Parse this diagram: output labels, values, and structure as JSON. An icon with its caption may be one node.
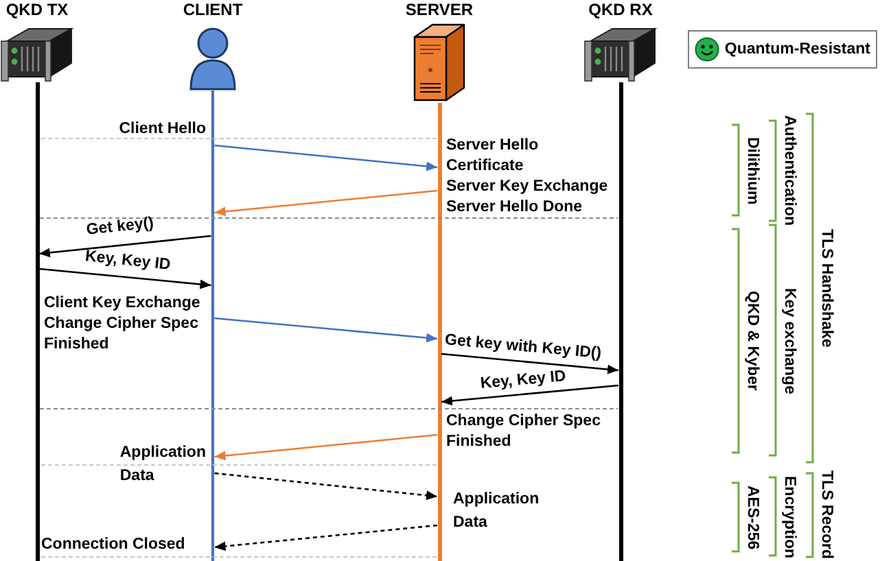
{
  "diagram": {
    "nodes": [
      {
        "text": [
          "QKD TX"
        ]
      },
      {
        "text": [
          "CLIENT"
        ]
      },
      {
        "text": [
          "SERVER"
        ]
      },
      {
        "text": [
          "QKD RX"
        ]
      }
    ],
    "edges": [
      {
        "from": 1,
        "to": 2,
        "arrow": "to",
        "label": "Client Hello",
        "color": "#4472c4"
      },
      {
        "from": 2,
        "to": 1,
        "arrow": "to",
        "label": "Server Hello Certificate Server Key Exchange Server Hello Done",
        "color": "#ed7d31"
      },
      {
        "from": 1,
        "to": 0,
        "arrow": "to",
        "label": "Get key()"
      },
      {
        "from": 0,
        "to": 1,
        "arrow": "to",
        "label": "Key, Key ID"
      },
      {
        "from": 1,
        "to": 2,
        "arrow": "to",
        "label": "Client Key Exchange Change Cipher Spec Finished",
        "color": "#4472c4"
      },
      {
        "from": 2,
        "to": 3,
        "arrow": "to",
        "label": "Get key with Key ID()"
      },
      {
        "from": 3,
        "to": 2,
        "arrow": "to",
        "label": "Key, Key ID"
      },
      {
        "from": 2,
        "to": 1,
        "arrow": "to",
        "label": "Change Cipher Spec Finished",
        "color": "#ed7d31"
      },
      {
        "from": 1,
        "to": 2,
        "arrow": "to",
        "label": "Application Data",
        "style": "dashed"
      },
      {
        "from": 2,
        "to": 1,
        "arrow": "to",
        "label": "Application Data",
        "style": "dashed"
      }
    ],
    "labels": [
      "Connection Closed",
      "Dilithium",
      "Authentication",
      "TLS Handshake",
      "QKD & Kyber",
      "Key exchange",
      "AES-256",
      "Encryption",
      "TLS Record"
    ],
    "legend": [
      {
        "text": "Quantum-Resistant"
      }
    ]
  }
}
